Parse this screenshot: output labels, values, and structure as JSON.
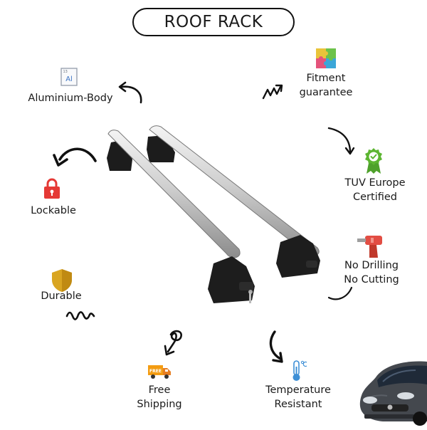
{
  "title": "ROOF RACK",
  "features": {
    "aluminium": {
      "label": "Aluminium-Body",
      "symbol": "Al",
      "number": "13",
      "icon": "aluminium-element-icon"
    },
    "fitment": {
      "line1": "Fitment",
      "line2": "guarantee",
      "icon": "puzzle-icon"
    },
    "lockable": {
      "label": "Lockable",
      "icon": "padlock-icon"
    },
    "tuv": {
      "line1": "TUV Europe",
      "line2": "Certified",
      "icon": "certified-badge-icon"
    },
    "durable": {
      "label": "Durable",
      "icon": "shield-icon"
    },
    "drilling": {
      "line1": "No Drilling",
      "line2": "No Cutting",
      "icon": "drill-icon"
    },
    "shipping": {
      "line1": "Free",
      "line2": "Shipping",
      "badge": "FREE",
      "icon": "delivery-truck-icon"
    },
    "temperature": {
      "line1": "Temperature",
      "line2": "Resistant",
      "icon": "thermometer-icon"
    }
  },
  "colors": {
    "text": "#1a1a1a",
    "lock_red": "#e53935",
    "shield_gold": "#d9a521",
    "badge_green": "#5cb531",
    "drill_red": "#e24d43",
    "truck_orange": "#f39c12",
    "thermo_blue": "#3d8fd6",
    "bar_silver": "#c8c8c8",
    "foot_black": "#1b1b1b"
  }
}
